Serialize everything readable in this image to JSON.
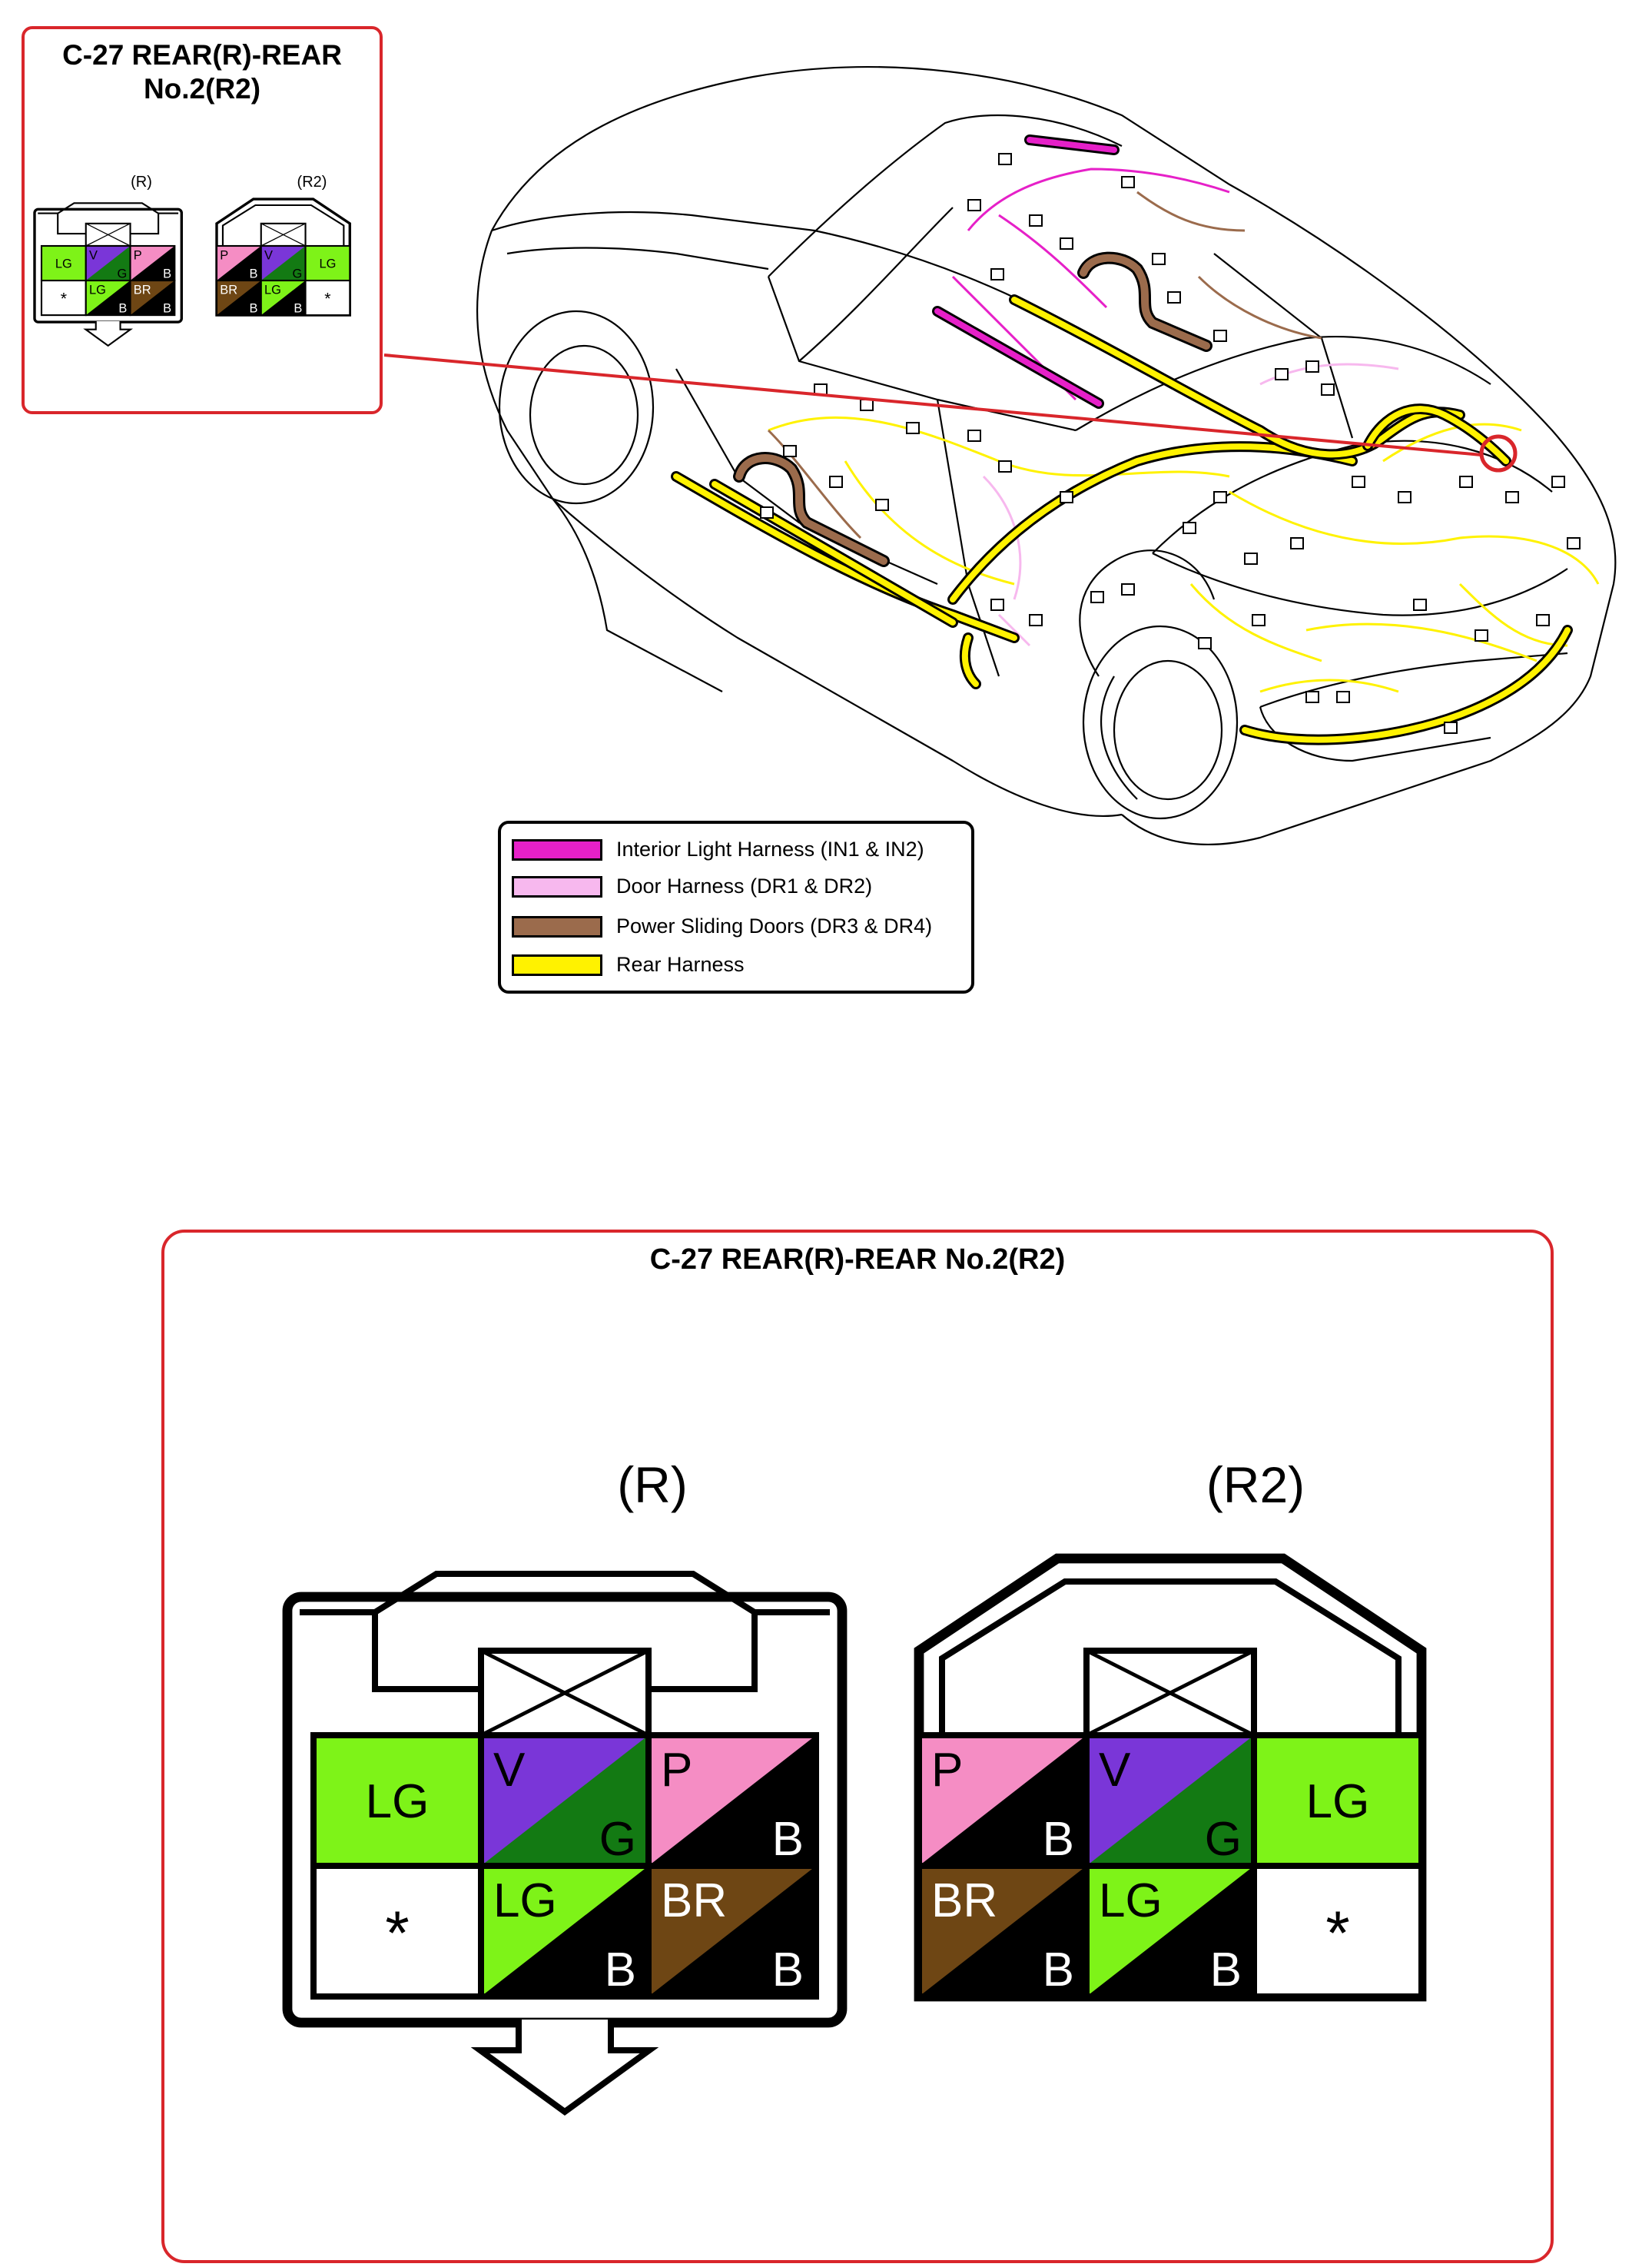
{
  "connector_title_line1": "C-27 REAR(R)-REAR",
  "connector_title_line2": "No.2(R2)",
  "connector_title": "C-27 REAR(R)-REAR No.2(R2)",
  "connectors": {
    "r": {
      "label": "(R)",
      "pins": [
        {
          "top": "LG",
          "bottom": "",
          "colors": [
            "#7ef318",
            "#7ef318"
          ]
        },
        {
          "top": "V",
          "bottom": "G",
          "colors": [
            "#7a36d8",
            "#137a13"
          ]
        },
        {
          "top": "P",
          "bottom": "B",
          "colors": [
            "#f58dc4",
            "#000000"
          ]
        },
        {
          "top": "*",
          "bottom": "",
          "colors": [
            "#ffffff",
            "#ffffff"
          ]
        },
        {
          "top": "LG",
          "bottom": "B",
          "colors": [
            "#7ef318",
            "#000000"
          ]
        },
        {
          "top": "BR",
          "bottom": "B",
          "colors": [
            "#6e4614",
            "#000000"
          ]
        }
      ]
    },
    "r2": {
      "label": "(R2)",
      "pins": [
        {
          "top": "P",
          "bottom": "B",
          "colors": [
            "#f58dc4",
            "#000000"
          ]
        },
        {
          "top": "V",
          "bottom": "G",
          "colors": [
            "#7a36d8",
            "#137a13"
          ]
        },
        {
          "top": "LG",
          "bottom": "",
          "colors": [
            "#7ef318",
            "#7ef318"
          ]
        },
        {
          "top": "BR",
          "bottom": "B",
          "colors": [
            "#6e4614",
            "#000000"
          ]
        },
        {
          "top": "LG",
          "bottom": "B",
          "colors": [
            "#7ef318",
            "#000000"
          ]
        },
        {
          "top": "*",
          "bottom": "",
          "colors": [
            "#ffffff",
            "#ffffff"
          ]
        }
      ]
    }
  },
  "legend": [
    {
      "label": "Interior Light Harness (IN1 & IN2)",
      "color": "#e620c8"
    },
    {
      "label": "Door Harness (DR1 & DR2)",
      "color": "#f7b8ee"
    },
    {
      "label": "Power Sliding Doors (DR3 & DR4)",
      "color": "#9b6b4c"
    },
    {
      "label": "Rear Harness",
      "color": "#fff200"
    }
  ],
  "colors": {
    "callout_border": "#d9262b",
    "lg": "#7ef318",
    "v": "#7a36d8",
    "g": "#137a13",
    "p": "#f58dc4",
    "br": "#6e4614",
    "b": "#000000"
  }
}
